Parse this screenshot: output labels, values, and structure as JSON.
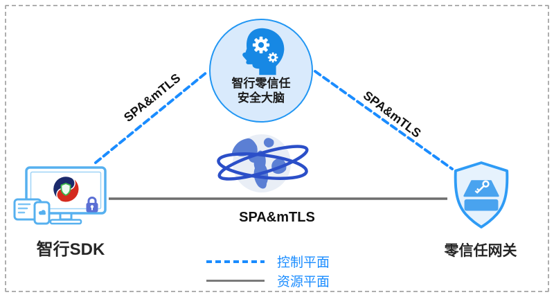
{
  "diagram": {
    "title_context": "zero-trust architecture diagram",
    "nodes": {
      "brain": {
        "label_line1": "智行零信任",
        "label_line2": "安全大脑",
        "icon": "brain-gears-icon"
      },
      "sdk": {
        "label": "智行SDK",
        "icon": "monitor-devices-icon"
      },
      "gateway": {
        "label": "零信任网关",
        "icon": "shield-server-key-icon"
      },
      "internet": {
        "icon": "globe-orbit-icon"
      }
    },
    "links": {
      "left_control": {
        "label": "SPA&mTLS",
        "type": "control",
        "style": "dashed"
      },
      "right_control": {
        "label": "SPA&mTLS",
        "type": "control",
        "style": "dashed"
      },
      "resource": {
        "label": "SPA&mTLS",
        "type": "resource",
        "style": "solid"
      }
    },
    "legend": {
      "control": {
        "label": "控制平面",
        "style": "dashed",
        "color": "#1a8cff"
      },
      "resource": {
        "label": "资源平面",
        "style": "solid",
        "color": "#7a7a7a"
      }
    },
    "colors": {
      "control_plane_blue": "#1a8cff",
      "resource_plane_gray": "#6e6e6e",
      "node_circle_fill": "#d9eafc",
      "node_circle_border": "#2196f3",
      "brain_blue": "#1788e4",
      "device_outline_blue": "#56b0ef",
      "shield_border": "#2e9bf5",
      "shield_fill": "#e6f2fd",
      "server_blue": "#49a3ef",
      "logo_red": "#d42a1e",
      "logo_navy": "#1b2a6b",
      "logo_green": "#3cb54a",
      "lock_purple": "#5b6fd4",
      "globe_ring_blue": "#2b4fc8",
      "globe_land_blue": "#5b7fd4",
      "frame_dash_gray": "#aeaeae"
    }
  }
}
